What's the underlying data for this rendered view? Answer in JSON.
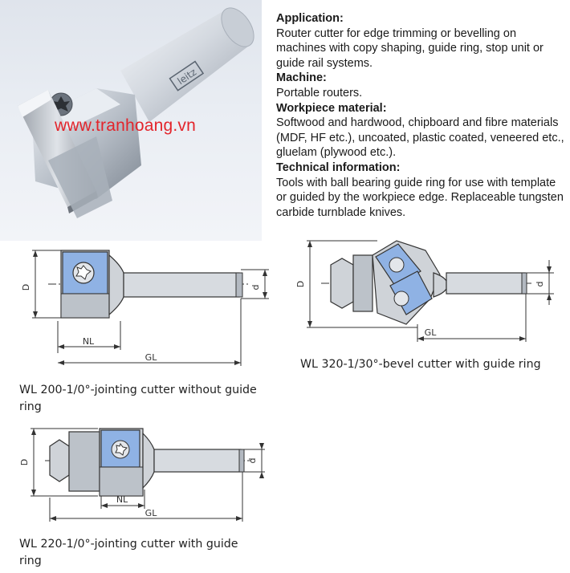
{
  "photo": {
    "watermark": "www.tranhoang.vn",
    "shank_logo": "leitz",
    "icon": "router-cutter-photo"
  },
  "info": [
    {
      "heading": "Application:",
      "text": "Router cutter for edge trimming or bevelling on machines with copy shaping, guide ring, stop unit or guide rail systems."
    },
    {
      "heading": "Machine:",
      "text": "Portable routers."
    },
    {
      "heading": "Workpiece material:",
      "text": "Softwood and hardwood, chipboard and fibre materials (MDF, HF etc.), uncoated, plastic coated, veneered etc., gluelam (plywood etc.)."
    },
    {
      "heading": "Technical information:",
      "text": "Tools with ball bearing guide ring for use with template or guided by the workpiece edge. Replaceable tungsten carbide turnblade knives."
    }
  ],
  "drawings": {
    "wl200": {
      "labels": {
        "D": "D",
        "d": "d",
        "NL": "NL",
        "GL": "GL"
      },
      "caption": "WL 200-1/0°-jointing cutter without guide ring"
    },
    "wl320": {
      "labels": {
        "D": "D",
        "d": "d",
        "GL": "GL"
      },
      "caption": "WL 320-1/30°-bevel cutter with guide ring"
    },
    "wl220": {
      "labels": {
        "D": "D",
        "d": "d",
        "NL": "NL",
        "GL": "GL"
      },
      "caption": "WL 220-1/0°-jointing cutter with guide ring"
    }
  },
  "colors": {
    "blade": "#8fb2e4",
    "body": "#cfd3d8",
    "outline": "#333333",
    "watermark": "#e3242b"
  }
}
